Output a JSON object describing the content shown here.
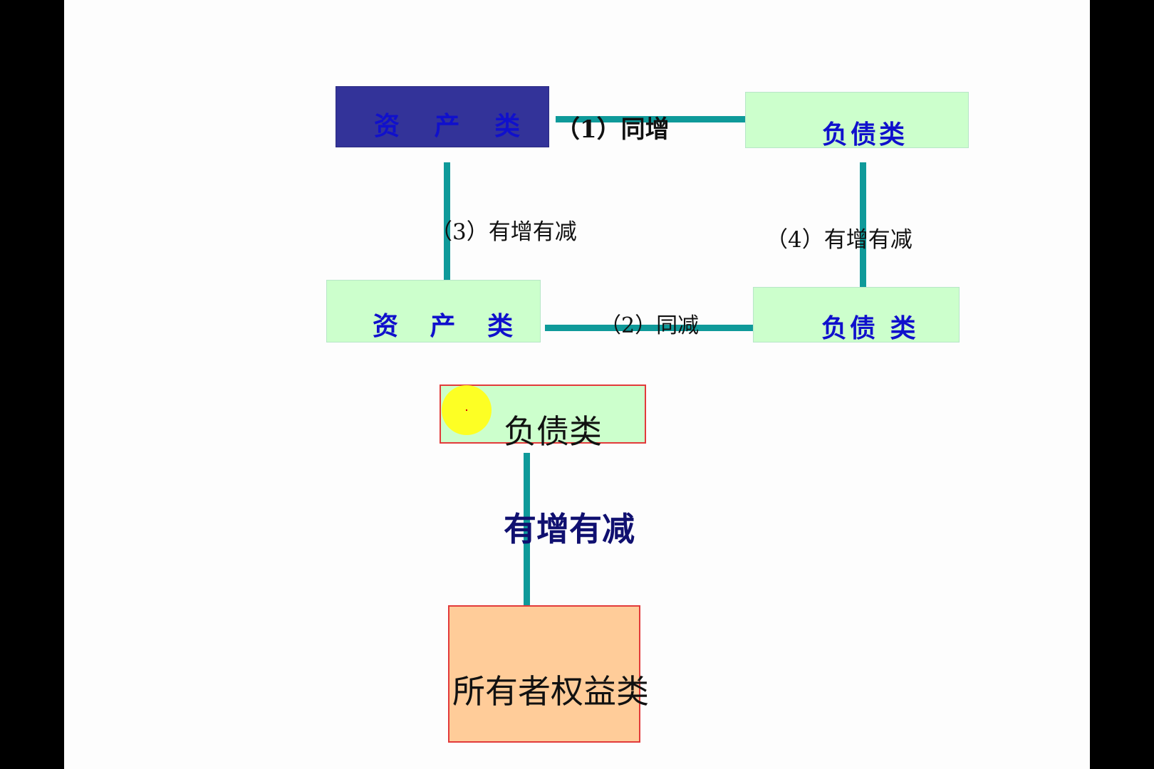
{
  "diagram": {
    "nodes": {
      "asset_top": "资 产 类",
      "liability_top": "负债类",
      "asset_bottom": "资 产 类",
      "liability_bottom": "负债 类",
      "liability_focus": "负债类",
      "equity": "所有者权益类"
    },
    "relations": {
      "rel_1": "（1）同增",
      "rel_2": "（2）同减",
      "rel_3": "（3）有增有减",
      "rel_4": "（4）有增有减",
      "rel_5": "有增有减"
    }
  },
  "colors": {
    "connector": "#0f9a9a",
    "box_light": "#ccffcc",
    "box_dark": "#333399",
    "box_orange": "#ffcc99",
    "box_border_red": "#e23a3a",
    "label_blue": "#1010cc",
    "label_navy": "#101070",
    "cursor_highlight": "#ffff1a"
  }
}
